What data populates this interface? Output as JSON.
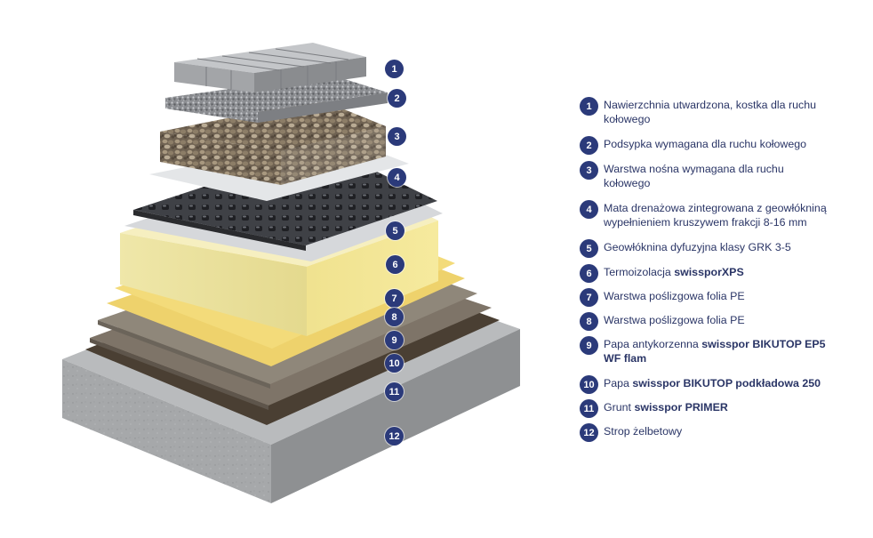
{
  "colors": {
    "badge": "#2b3a7a",
    "text": "#2a3566"
  },
  "layers": [
    {
      "num": "1",
      "parts": [
        {
          "t": "Nawierzchnia utwardzona, kostka dla ruchu kołowego",
          "b": false
        }
      ]
    },
    {
      "num": "2",
      "parts": [
        {
          "t": "Podsypka wymagana dla ruchu kołowego",
          "b": false
        }
      ]
    },
    {
      "num": "3",
      "parts": [
        {
          "t": "Warstwa nośna wymagana dla ruchu kołowego",
          "b": false
        }
      ]
    },
    {
      "num": "4",
      "parts": [
        {
          "t": "Mata drenażowa zintegrowana z geowłókniną wypełnieniem kruszywem frakcji 8-16 mm",
          "b": false
        }
      ]
    },
    {
      "num": "5",
      "parts": [
        {
          "t": "Geowłóknina dyfuzyjna klasy GRK 3-5",
          "b": false
        }
      ]
    },
    {
      "num": "6",
      "parts": [
        {
          "t": "Termoizolacja ",
          "b": false
        },
        {
          "t": "swissporXPS",
          "b": true
        }
      ]
    },
    {
      "num": "7",
      "parts": [
        {
          "t": "Warstwa poślizgowa folia PE",
          "b": false
        }
      ]
    },
    {
      "num": "8",
      "parts": [
        {
          "t": "Warstwa poślizgowa folia PE",
          "b": false
        }
      ]
    },
    {
      "num": "9",
      "parts": [
        {
          "t": "Papa antykorzenna ",
          "b": false
        },
        {
          "t": "swisspor BIKUTOP EP5 WF flam",
          "b": true
        }
      ]
    },
    {
      "num": "10",
      "parts": [
        {
          "t": "Papa ",
          "b": false
        },
        {
          "t": "swisspor BIKUTOP podkładowa 250",
          "b": true
        }
      ]
    },
    {
      "num": "11",
      "parts": [
        {
          "t": "Grunt ",
          "b": false
        },
        {
          "t": "swisspor PRIMER",
          "b": true
        }
      ]
    },
    {
      "num": "12",
      "parts": [
        {
          "t": "Strop żelbetowy",
          "b": false
        }
      ]
    }
  ]
}
